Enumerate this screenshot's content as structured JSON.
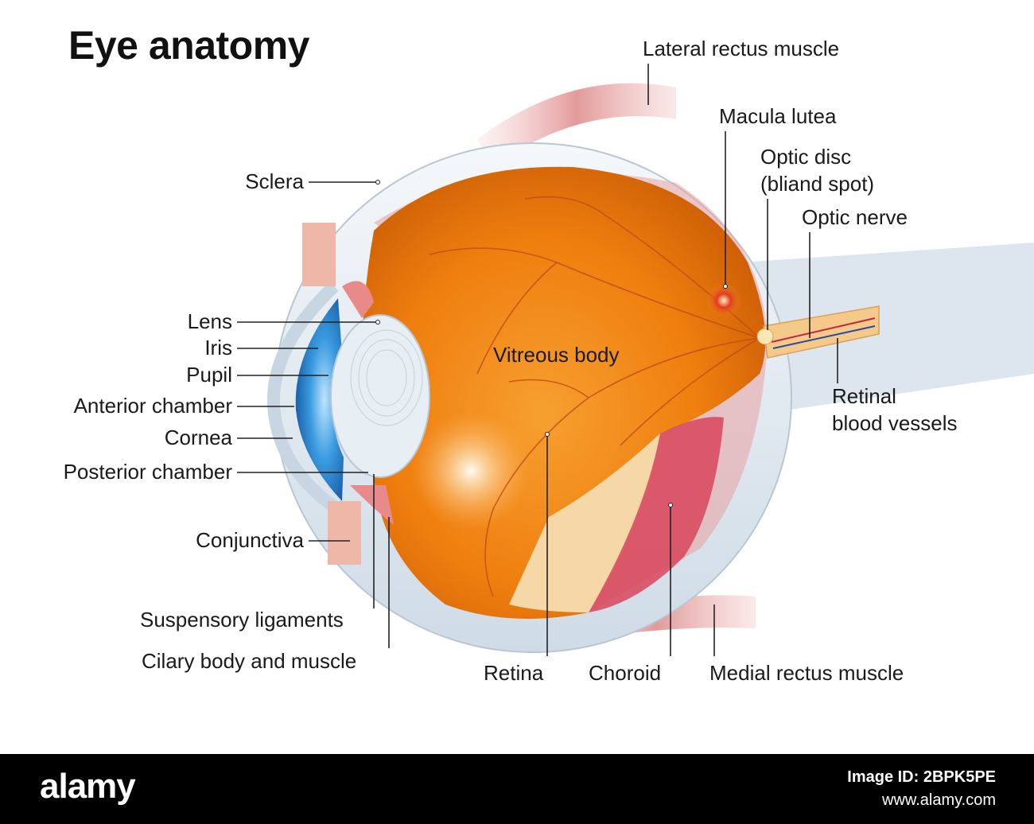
{
  "title": "Eye anatomy",
  "labels": {
    "lateral_rectus": "Lateral rectus muscle",
    "macula": "Macula lutea",
    "optic_disc_1": "Optic disc",
    "optic_disc_2": "(bliand spot)",
    "optic_nerve": "Optic nerve",
    "sclera": "Sclera",
    "lens": "Lens",
    "iris": "Iris",
    "pupil": "Pupil",
    "anterior_chamber": "Anterior chamber",
    "cornea": "Cornea",
    "posterior_chamber": "Posterior chamber",
    "conjunctiva": "Conjunctiva",
    "suspensory": "Suspensory ligaments",
    "ciliary": "Cilary body and muscle",
    "vitreous": "Vitreous body",
    "retinal_vessels_1": "Retinal",
    "retinal_vessels_2": "blood vessels",
    "retina": "Retina",
    "choroid": "Choroid",
    "medial_rectus": "Medial rectus muscle"
  },
  "footer": {
    "logo": "alamy",
    "image_id": "Image ID: 2BPK5PE",
    "url": "www.alamy.com"
  },
  "colors": {
    "vitreous": "#f0820a",
    "iris": "#2a8fd6",
    "sclera": "#e6eef4",
    "choroid": "#d9455a",
    "muscle": "#e2a0a0"
  }
}
